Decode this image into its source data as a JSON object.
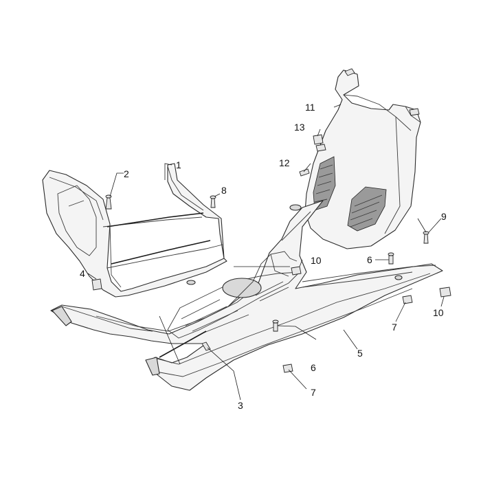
{
  "callouts": [
    {
      "id": "c1",
      "label": "1"
    },
    {
      "id": "c2",
      "label": "2"
    },
    {
      "id": "c3",
      "label": "3"
    },
    {
      "id": "c4",
      "label": "4"
    },
    {
      "id": "c5",
      "label": "5"
    },
    {
      "id": "c6a",
      "label": "6"
    },
    {
      "id": "c6b",
      "label": "6"
    },
    {
      "id": "c7a",
      "label": "7"
    },
    {
      "id": "c7b",
      "label": "7"
    },
    {
      "id": "c8",
      "label": "8"
    },
    {
      "id": "c9",
      "label": "9"
    },
    {
      "id": "c10a",
      "label": "10"
    },
    {
      "id": "c10b",
      "label": "10"
    },
    {
      "id": "c11",
      "label": "11"
    },
    {
      "id": "c12",
      "label": "12"
    },
    {
      "id": "c13",
      "label": "13"
    }
  ]
}
